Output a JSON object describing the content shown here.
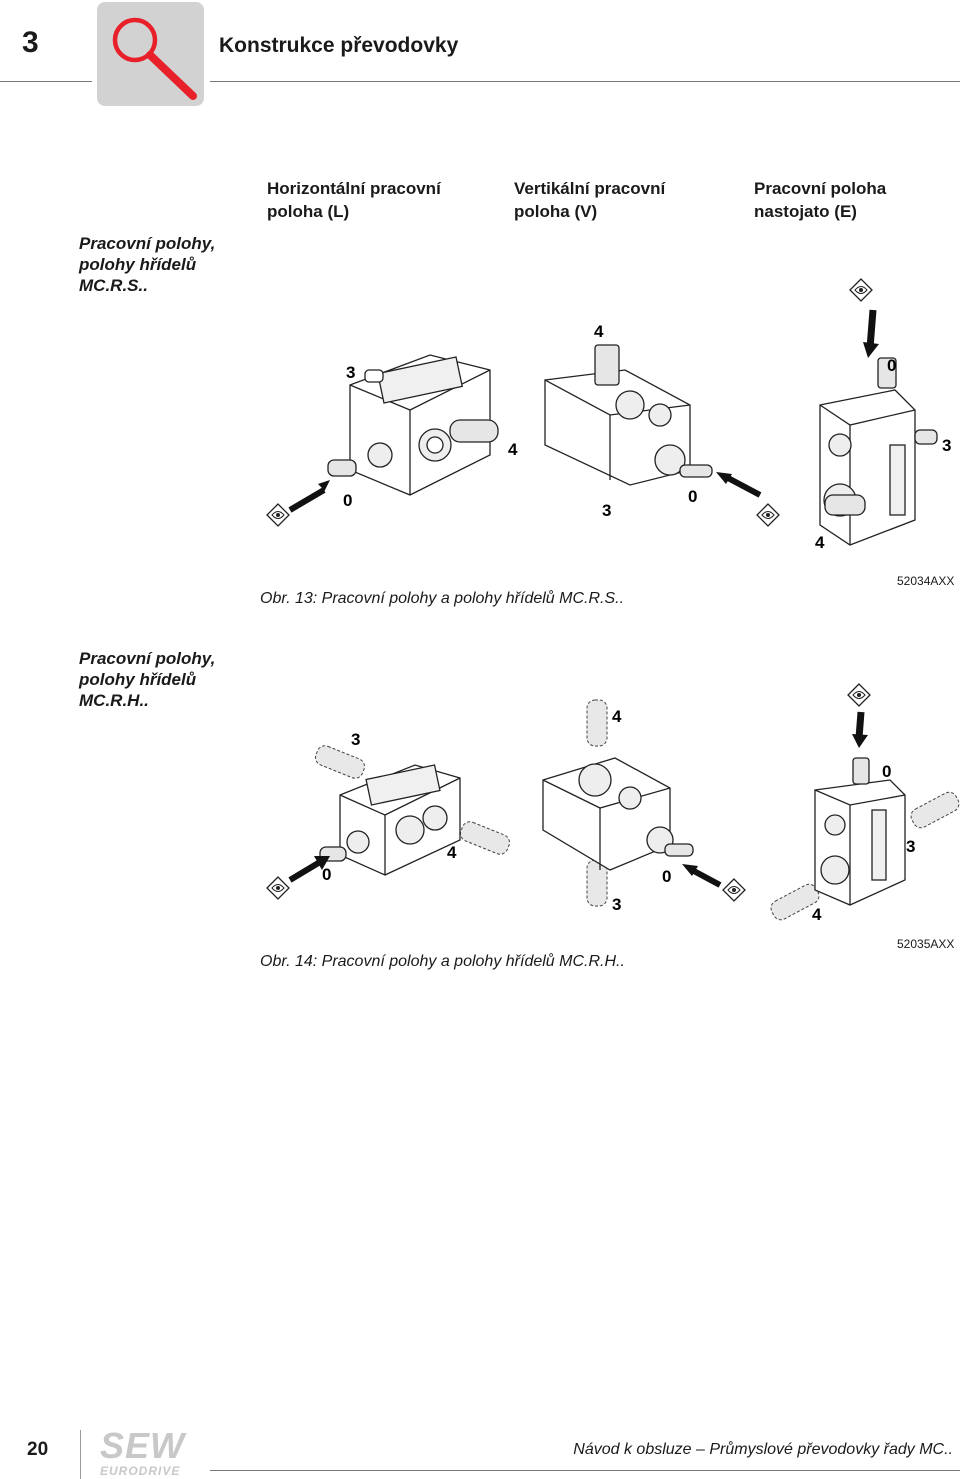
{
  "header": {
    "chapter_number": "3",
    "chapter_title": "Konstrukce převodovky"
  },
  "section1": {
    "label_line1": "Pracovní polohy,",
    "label_line2": "polohy hřídelů",
    "label_line3": "MC.R.S..",
    "col1_line1": "Horizontální pracovní",
    "col1_line2": "poloha (L)",
    "col2_line1": "Vertikální pracovní",
    "col2_line2": "poloha (V)",
    "col3_line1": "Pracovní poloha",
    "col3_line2": "nastojato (E)",
    "caption": "Obr. 13: Pracovní polohy a polohy hřídelů MC.R.S..",
    "code": "52034AXX",
    "fig_labels": [
      "3",
      "4",
      "0",
      "4",
      "3",
      "0",
      "0",
      "3",
      "4"
    ]
  },
  "section2": {
    "label_line1": "Pracovní polohy,",
    "label_line2": "polohy hřídelů",
    "label_line3": "MC.R.H..",
    "caption": "Obr. 14: Pracovní polohy a polohy hřídelů MC.R.H..",
    "code": "52035AXX",
    "fig_labels": [
      "3",
      "4",
      "0",
      "4",
      "3",
      "0",
      "0",
      "3",
      "4"
    ]
  },
  "footer": {
    "page_number": "20",
    "document_title": "Návod k obsluze – Průmyslové převodovky řady MC..",
    "logo_top": "SEW",
    "logo_bottom": "EURODRIVE"
  },
  "icons": {
    "chapter_icon": "magnifier-icon",
    "view_marker": "eye-view-icon",
    "accent_color": "#e8202a"
  }
}
